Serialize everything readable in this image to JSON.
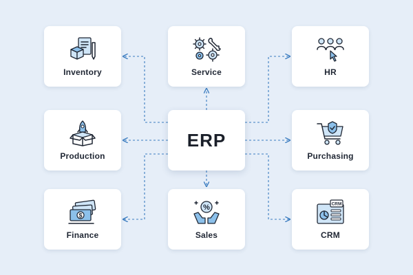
{
  "diagram": {
    "center": {
      "label": "ERP"
    },
    "modules": [
      {
        "id": "inventory",
        "label": "Inventory",
        "icon": "inventory-box-clipboard-icon"
      },
      {
        "id": "service",
        "label": "Service",
        "icon": "gears-wrench-icon"
      },
      {
        "id": "hr",
        "label": "HR",
        "icon": "people-pointer-icon"
      },
      {
        "id": "production",
        "label": "Production",
        "icon": "rocket-box-icon"
      },
      {
        "id": "purchasing",
        "label": "Purchasing",
        "icon": "shopping-cart-icon"
      },
      {
        "id": "finance",
        "label": "Finance",
        "icon": "money-bills-icon"
      },
      {
        "id": "sales",
        "label": "Sales",
        "icon": "hands-percent-icon"
      },
      {
        "id": "crm",
        "label": "CRM",
        "icon": "crm-dashboard-icon"
      }
    ],
    "icon_badges": {
      "crm_tag": "CRM",
      "sales_symbol": "%",
      "finance_symbol": "$"
    },
    "colors": {
      "background": "#e6eef8",
      "card": "#ffffff",
      "connector": "#3a7cc0",
      "icon_accent": "#8cc0ea",
      "text": "#1f2633"
    }
  }
}
